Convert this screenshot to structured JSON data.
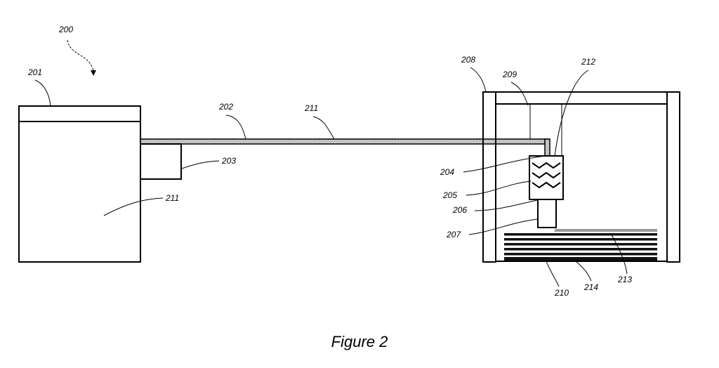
{
  "labels": {
    "system": "200",
    "reservoir": "201",
    "conduit": "202",
    "pump": "203",
    "printhead": "204",
    "mixer": "205",
    "nozzle_joint": "206",
    "nozzle": "207",
    "frame": "208",
    "support_rod": "209",
    "build_plate": "210",
    "material_conduit": "211",
    "material_reservoir": "211",
    "feed_line": "212",
    "top_layer": "213",
    "printed_layers": "214"
  },
  "caption": "Figure 2"
}
